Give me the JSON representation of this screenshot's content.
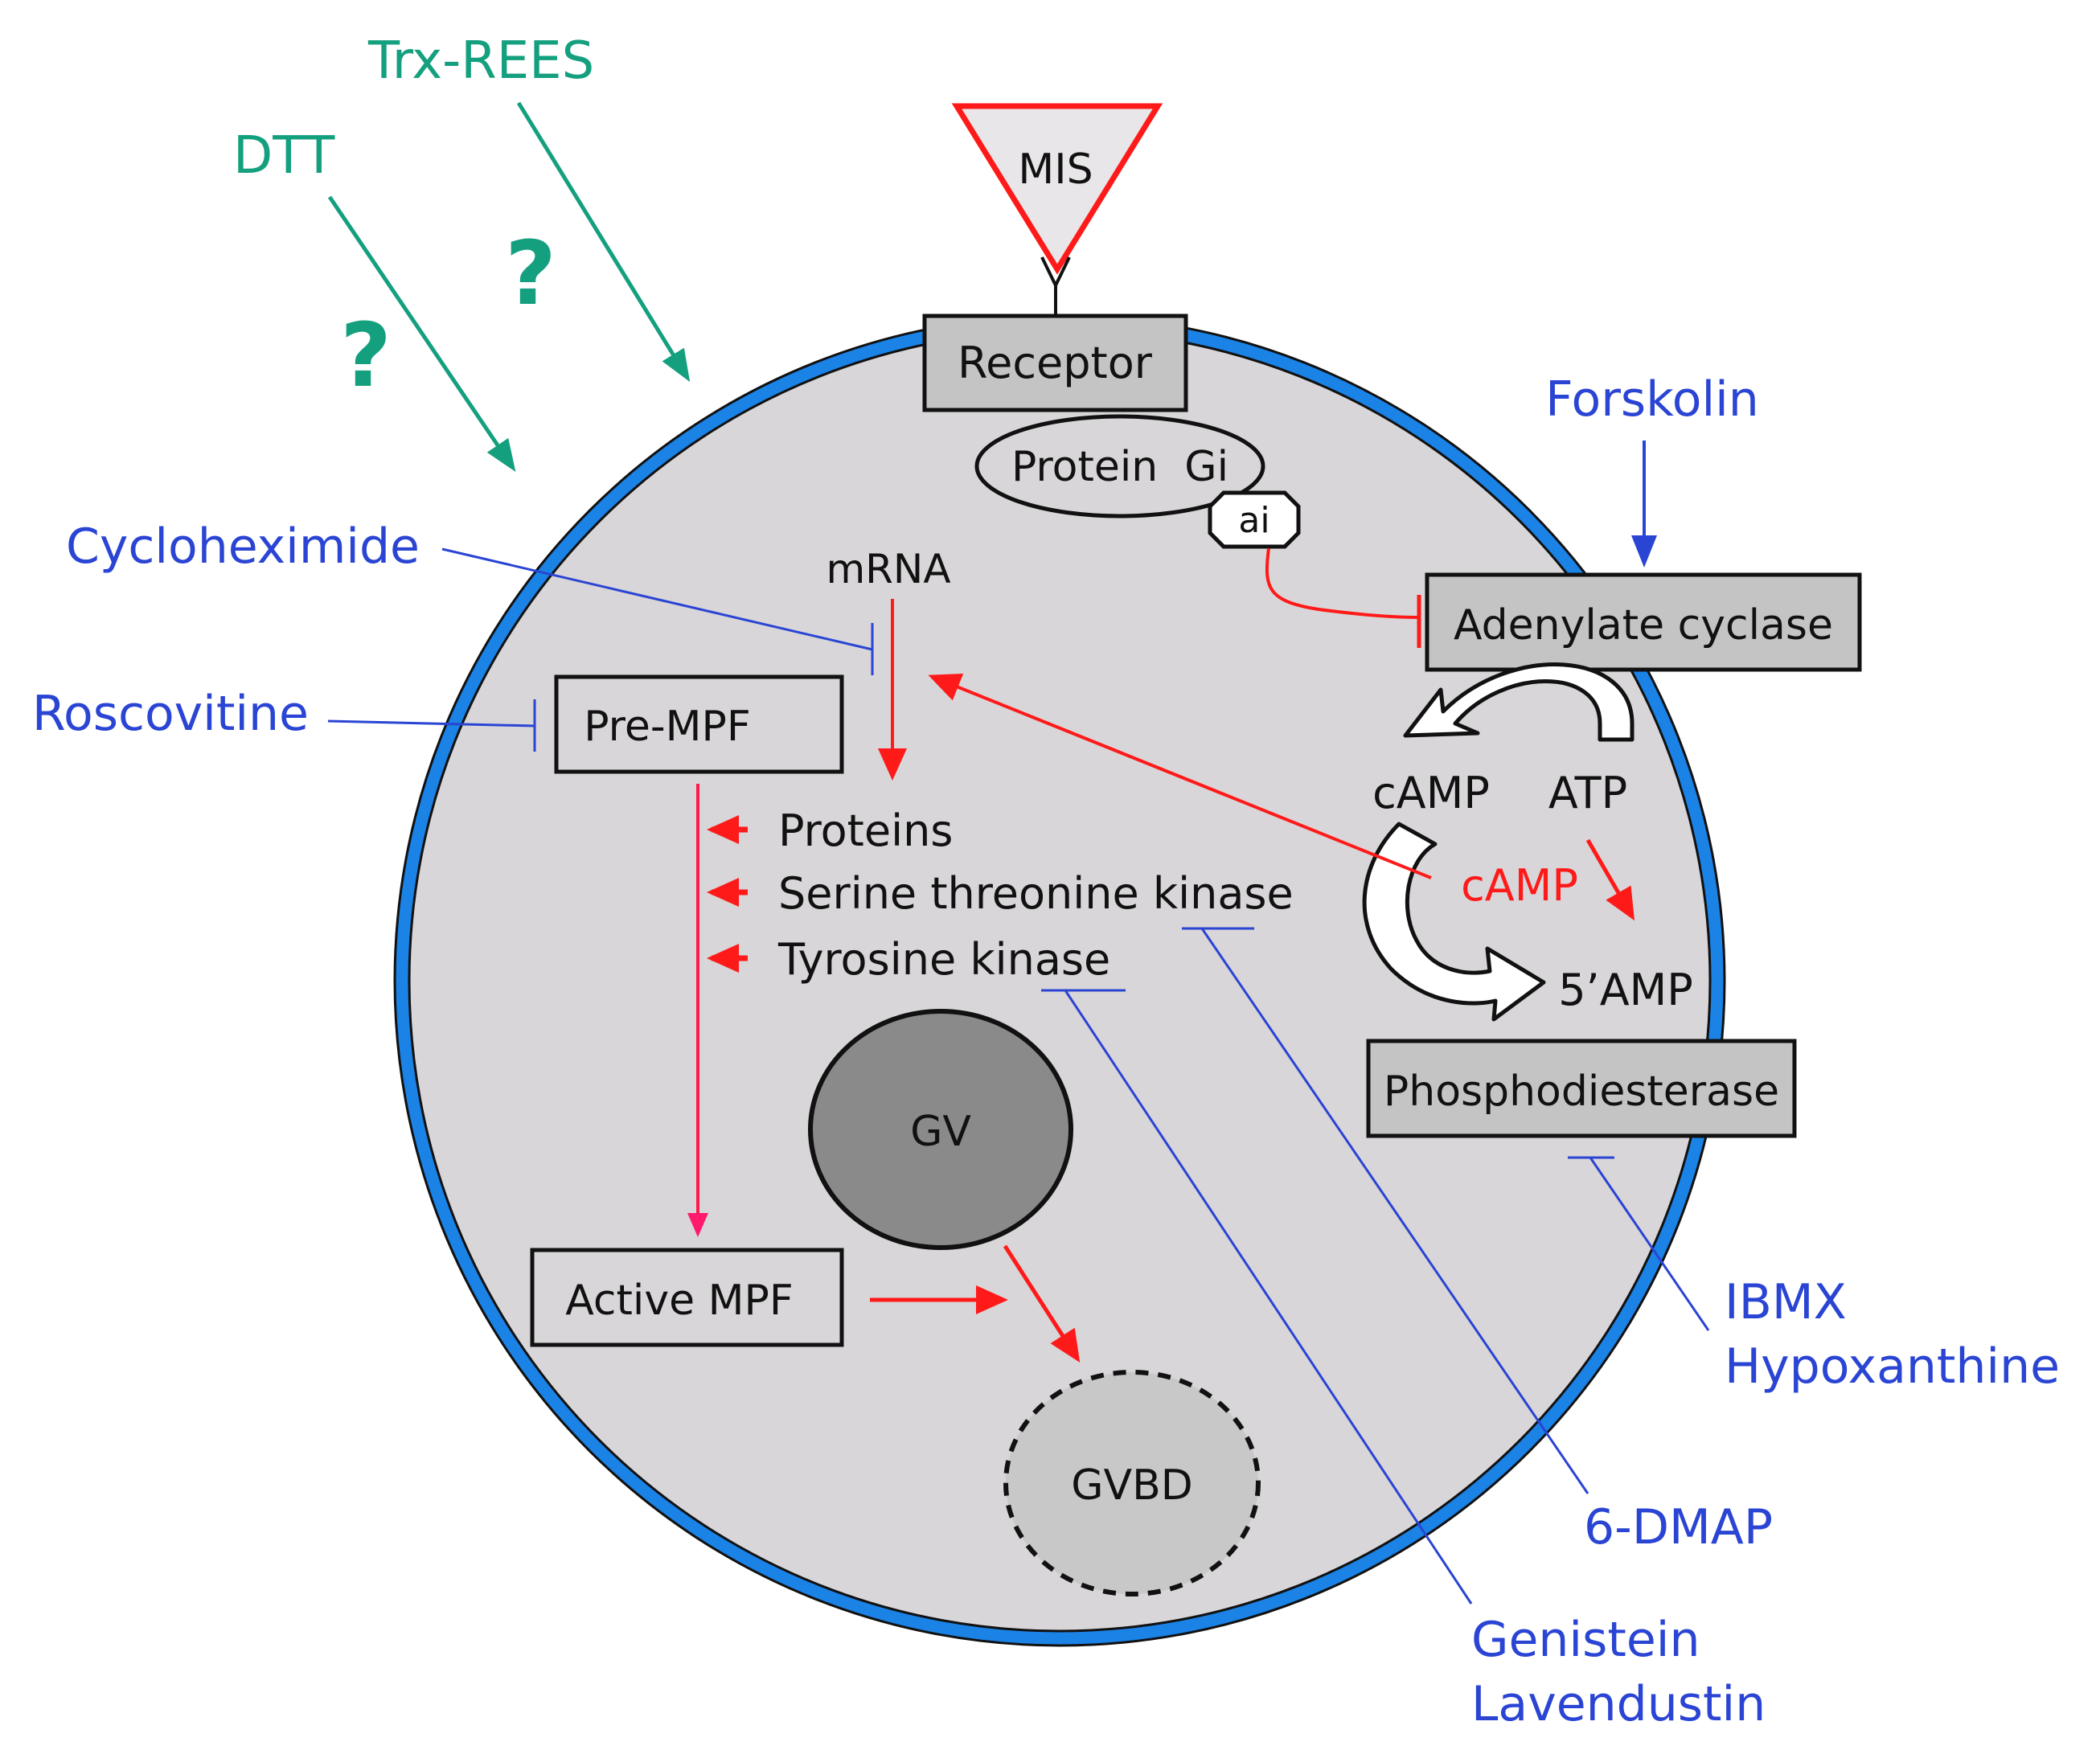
{
  "colors": {
    "cell_fill": "#d8d6d8",
    "membrane": "#1b82e6",
    "inhibitor_blue": "#2a44d4",
    "activation_red": "#ff1a1a",
    "unknown_green": "#14a07e",
    "box_gray": "#c4c4c4",
    "gv_fill": "#8a8a8a",
    "gvbd_fill": "#c8c8c8"
  },
  "ligand": {
    "label": "MIS"
  },
  "membrane_components": {
    "receptor": "Receptor",
    "protein_gi": "Protein  Gi",
    "alpha_i": "ai"
  },
  "enzymes": {
    "adenylate_cyclase": "Adenylate cyclase",
    "phosphodiesterase": "Phosphodiesterase"
  },
  "nucleotides": {
    "camp_product": "cAMP",
    "atp": "ATP",
    "camp_active": "cAMP",
    "amp": "5’AMP"
  },
  "translation": {
    "mrna": "mRNA",
    "pre_mpf": "Pre-MPF",
    "active_mpf": "Active MPF",
    "proteins": "Proteins",
    "ser_thr_kinase": "Serine threonine kinase",
    "tyrosine_kinase": "Tyrosine kinase"
  },
  "nucleus": {
    "gv": "GV",
    "gvbd": "GVBD"
  },
  "external_agents": {
    "trx_rees": "Trx-REES",
    "dtt": "DTT",
    "unknown_mark": "?",
    "forskolin": "Forskolin",
    "cycloheximide": "Cycloheximide",
    "roscovitine": "Roscovitine",
    "ibmx": "IBMX",
    "hypoxanthine": "Hypoxanthine",
    "six_dmap": "6-DMAP",
    "genistein": "Genistein",
    "lavendustin": "Lavendustin"
  }
}
